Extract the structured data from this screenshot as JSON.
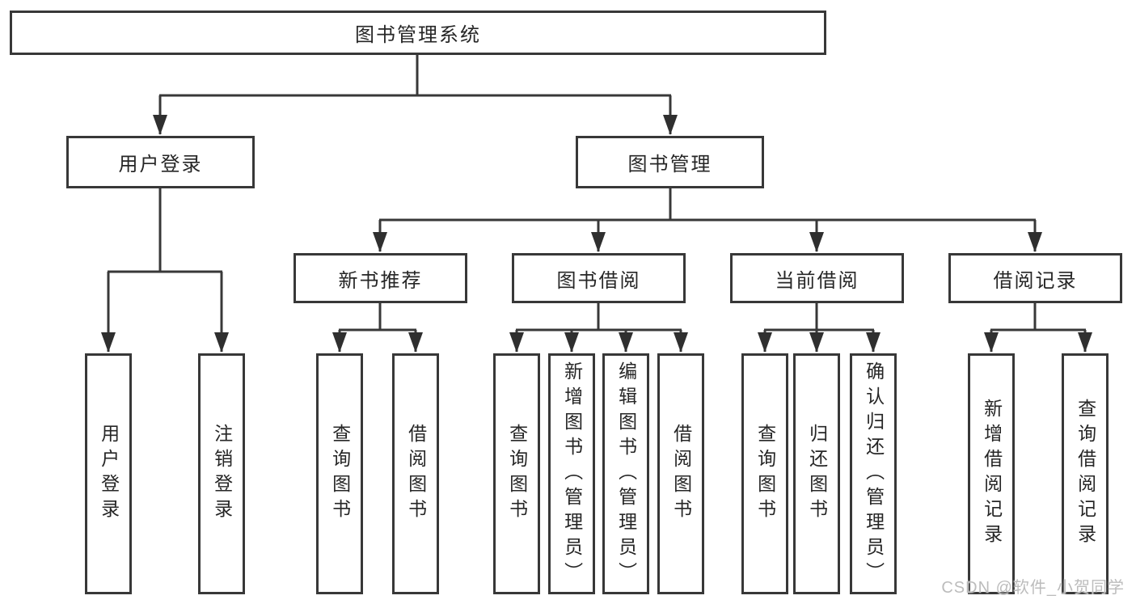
{
  "root_label": "图书管理系统",
  "branches": {
    "user_login": {
      "label": "用户登录",
      "children": [
        "用户登录",
        "注销登录"
      ]
    },
    "book_management": {
      "label": "图书管理"
    }
  },
  "modules": [
    {
      "label": "新书推荐",
      "children": [
        "查询图书",
        "借阅图书"
      ]
    },
    {
      "label": "图书借阅",
      "children": [
        "查询图书",
        "新增图书（管理员）",
        "编辑图书（管理员）",
        "借阅图书"
      ]
    },
    {
      "label": "当前借阅",
      "children": [
        "查询图书",
        "归还图书",
        "确认归还（管理员）"
      ]
    },
    {
      "label": "借阅记录",
      "children": [
        "新增借阅记录",
        "查询借阅记录"
      ]
    }
  ],
  "watermark": "CSDN @软件_小贺同学",
  "colors": {
    "line": "#383838",
    "text": "#262626",
    "watermark": "#bcbcbc"
  }
}
